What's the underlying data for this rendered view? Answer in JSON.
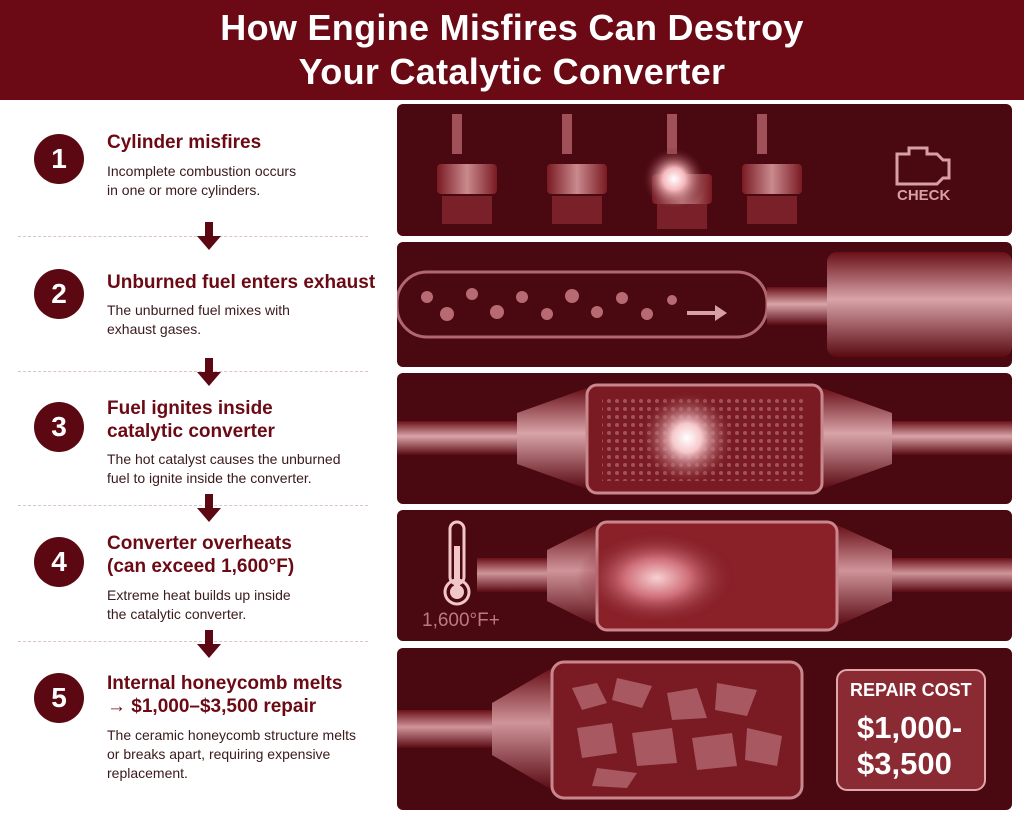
{
  "title": {
    "line1": "How Engine Misfires Can Destroy",
    "line2": "Your Catalytic Converter"
  },
  "steps": [
    {
      "number": "1",
      "title_lines": [
        "Cylinder misfires"
      ],
      "desc_lines": [
        "Incomplete combustion occurs",
        "in one or more cylinders."
      ]
    },
    {
      "number": "2",
      "title_lines": [
        "Unburned fuel enters exhaust"
      ],
      "desc_lines": [
        "The unburned fuel mixes with",
        "exhaust gases."
      ]
    },
    {
      "number": "3",
      "title_lines": [
        "Fuel ignites inside",
        "catalytic converter"
      ],
      "desc_lines": [
        "The hot catalyst causes the unburned",
        "fuel to ignite inside the converter."
      ]
    },
    {
      "number": "4",
      "title_lines": [
        "Converter overheats",
        "(can exceed 1,600°F)"
      ],
      "desc_lines": [
        "Extreme heat builds up inside",
        "the catalytic converter."
      ]
    },
    {
      "number": "5",
      "title_lines": [
        "Internal honeycomb melts",
        "→ $1,000–$3,500 repair"
      ],
      "desc_lines": [
        "The ceramic honeycomb structure melts",
        "or breaks apart, requiring expensive",
        "replacement."
      ]
    }
  ],
  "panels": {
    "check_engine_label": "CHECK",
    "temperature_label": "1,600°F+",
    "repair_cost": {
      "heading": "REPAIR COST",
      "value_line1": "$1,000-",
      "value_line2": "$3,500"
    }
  },
  "icons": {
    "check_engine": "check-engine-icon",
    "thermometer": "thermometer-icon",
    "down_arrow": "down-arrow-icon"
  },
  "colors": {
    "brand_dark": "#6b0a14",
    "number_circle": "#5c0812",
    "panel_bg": "#5a0a12",
    "accent_light": "#f2c6c8"
  }
}
